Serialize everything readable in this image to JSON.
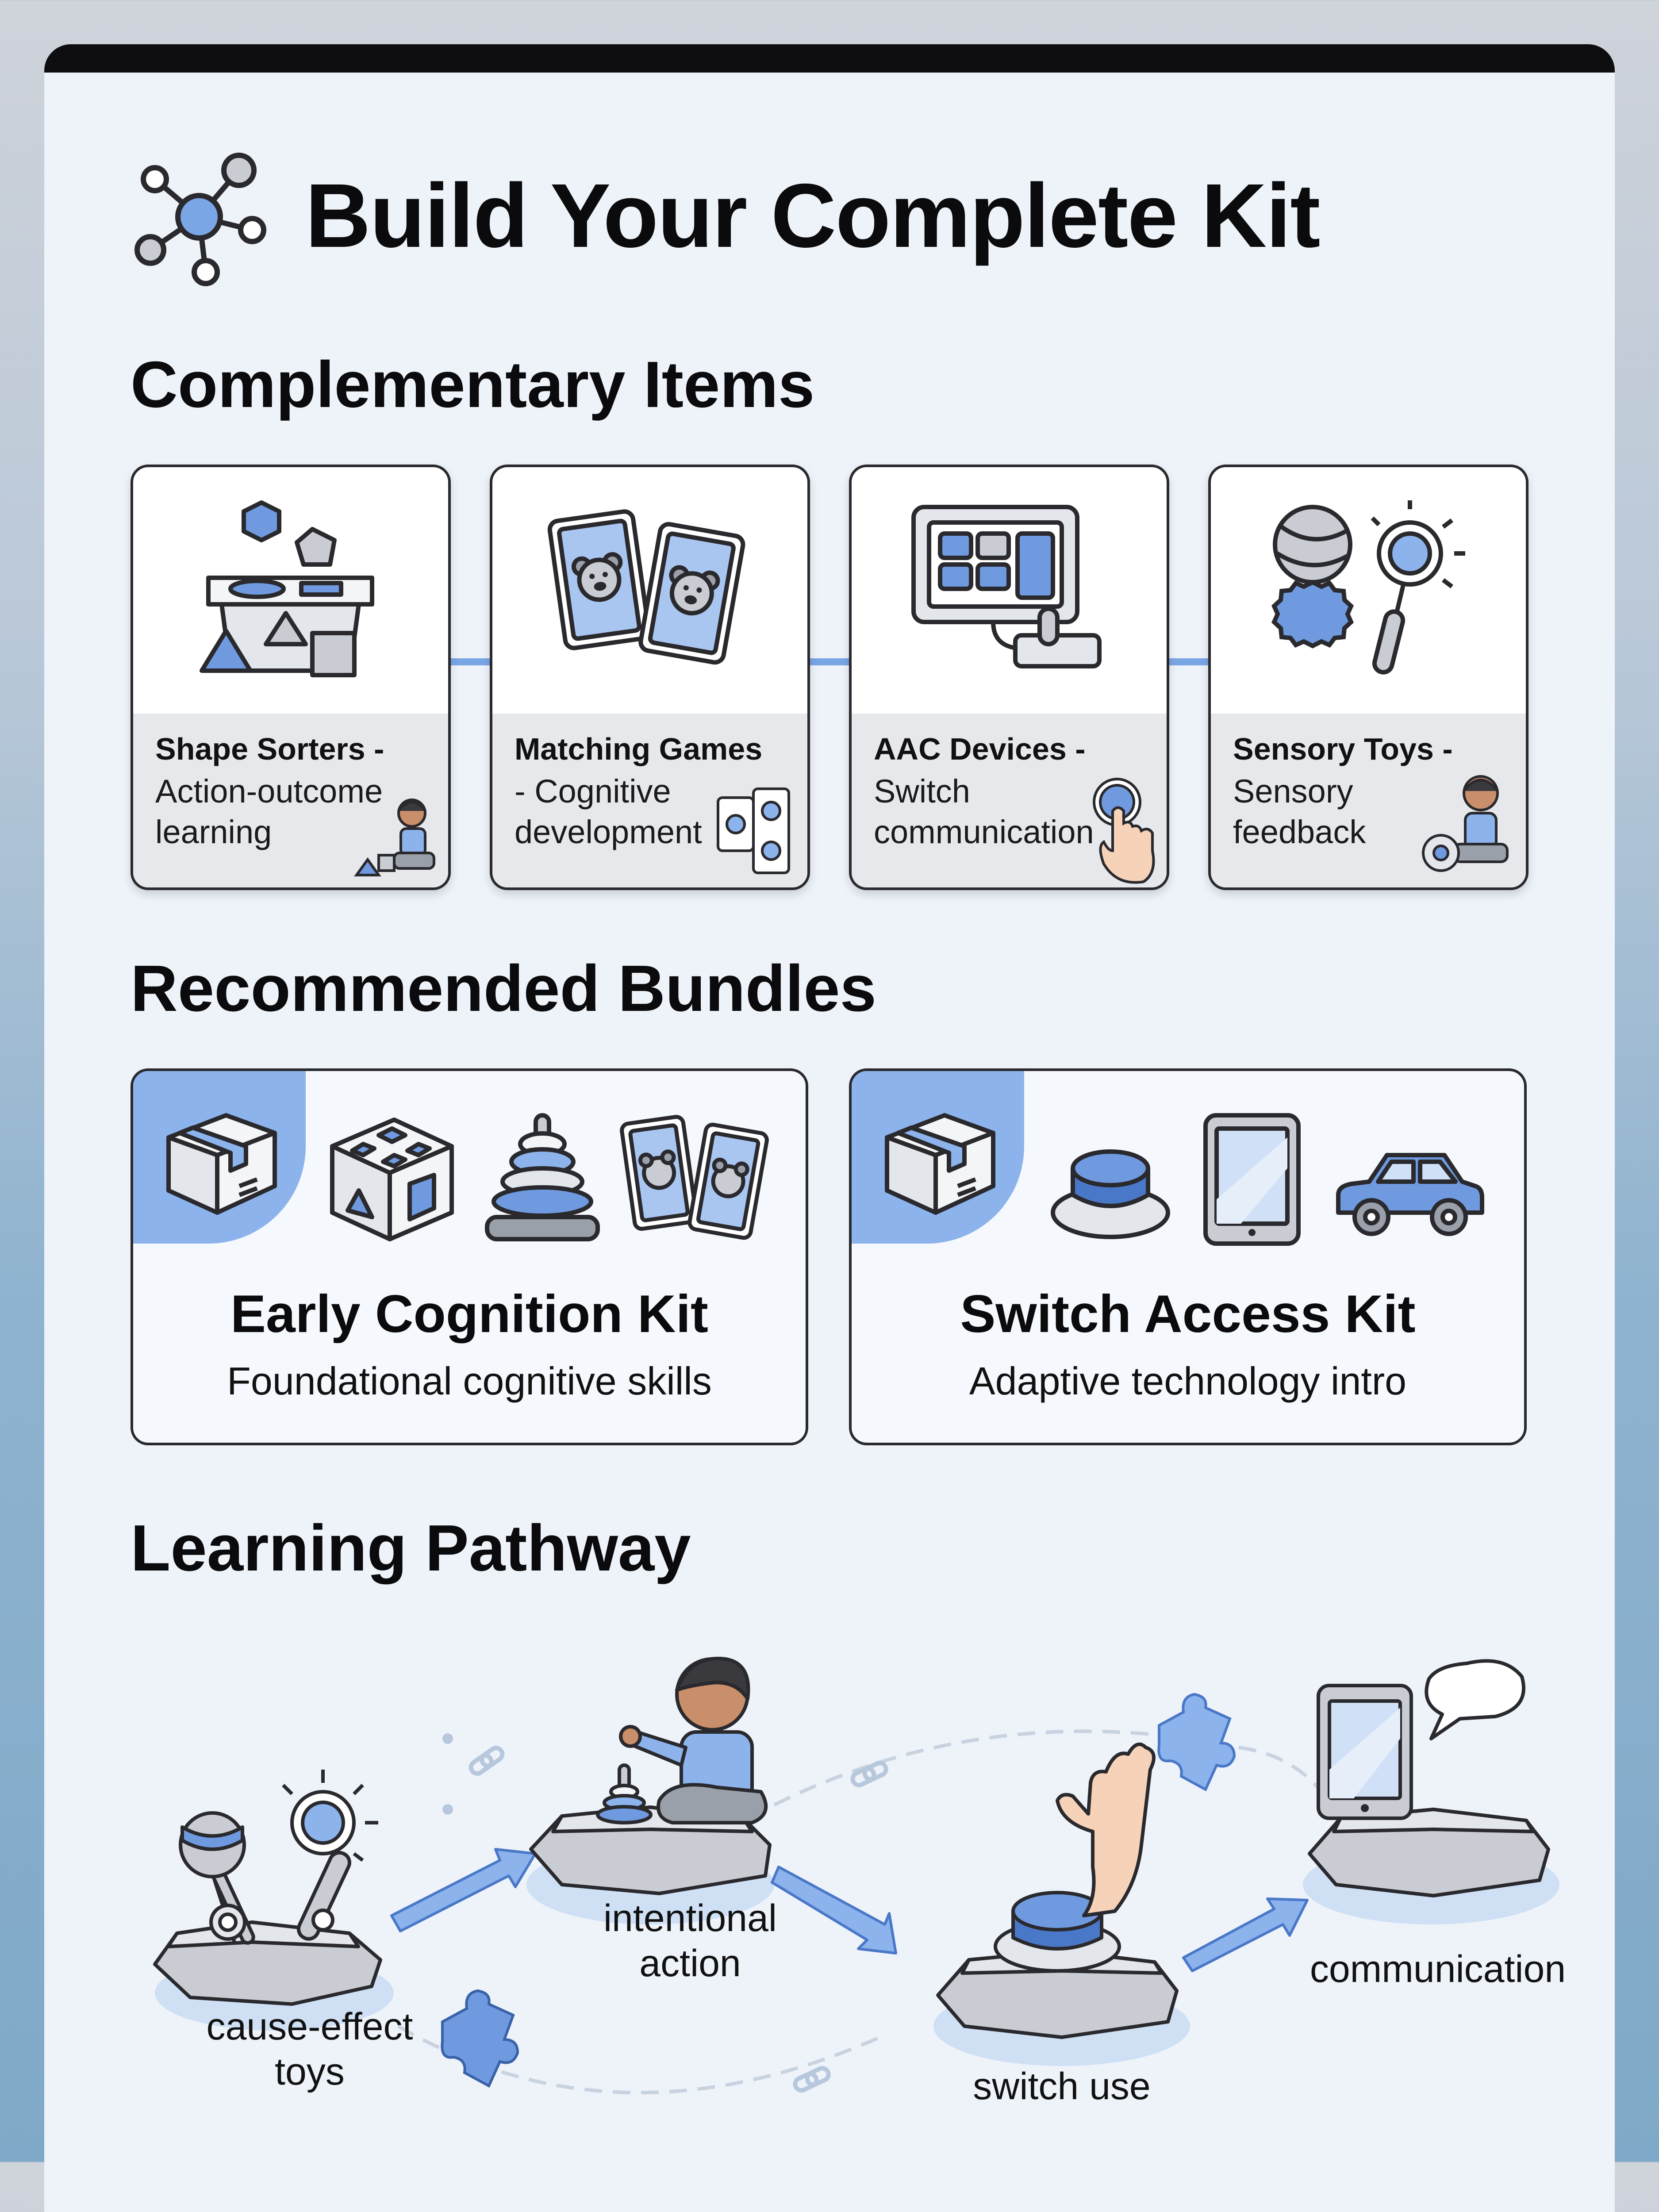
{
  "header": {
    "title": "Build Your Complete Kit",
    "icon": "network-icon"
  },
  "sections": {
    "complementary": "Complementary Items",
    "bundles": "Recommended Bundles",
    "pathway": "Learning Pathway"
  },
  "complementary_items": [
    {
      "title": "Shape Sorters -",
      "desc": [
        "Action-outcome",
        "learning"
      ],
      "icon": "shape-sorter-icon"
    },
    {
      "title": "Matching Games",
      "desc": [
        "- Cognitive",
        "development"
      ],
      "icon": "matching-cards-icon"
    },
    {
      "title": "AAC Devices -",
      "desc": [
        "Switch",
        "communication"
      ],
      "icon": "aac-tablet-icon"
    },
    {
      "title": "Sensory Toys -",
      "desc": [
        "Sensory",
        "feedback"
      ],
      "icon": "sensory-toys-icon"
    }
  ],
  "bundles": [
    {
      "name": "Early Cognition Kit",
      "subtitle": "Foundational cognitive skills",
      "icons": [
        "box-icon",
        "shape-cube-icon",
        "stacking-rings-icon",
        "matching-cards-icon"
      ]
    },
    {
      "name": "Switch Access Kit",
      "subtitle": "Adaptive technology intro",
      "icons": [
        "box-icon",
        "switch-button-icon",
        "tablet-icon",
        "toy-car-icon"
      ]
    }
  ],
  "pathway": {
    "steps": [
      {
        "label": [
          "cause-effect",
          "toys"
        ],
        "icon": "rattle-toys-icon"
      },
      {
        "label": [
          "intentional",
          "action"
        ],
        "icon": "child-stacking-icon"
      },
      {
        "label": [
          "switch use"
        ],
        "icon": "switch-press-icon"
      },
      {
        "label": [
          "communication"
        ],
        "icon": "tablet-speech-icon"
      }
    ]
  },
  "colors": {
    "accent": "#7aa6e6",
    "accent_dark": "#4a78c8",
    "panel_bg": "#eef3fa",
    "outline": "#2a2a2e"
  }
}
